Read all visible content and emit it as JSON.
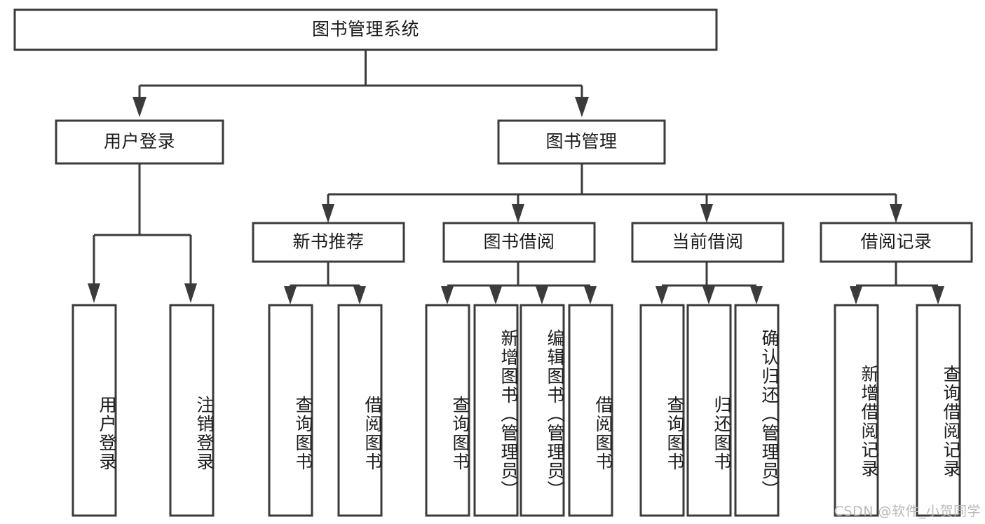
{
  "diagram": {
    "type": "hierarchy-tree",
    "title": "图书管理系统",
    "root": {
      "id": "root",
      "label": "图书管理系统",
      "orientation": "horizontal"
    },
    "level2": [
      {
        "id": "user-login",
        "label": "用户登录",
        "orientation": "horizontal"
      },
      {
        "id": "book-manage",
        "label": "图书管理",
        "orientation": "horizontal"
      }
    ],
    "level3": [
      {
        "id": "new-book-recommend",
        "label": "新书推荐",
        "parent": "book-manage",
        "orientation": "horizontal"
      },
      {
        "id": "book-borrow",
        "label": "图书借阅",
        "parent": "book-manage",
        "orientation": "horizontal"
      },
      {
        "id": "current-borrow",
        "label": "当前借阅",
        "parent": "book-manage",
        "orientation": "horizontal"
      },
      {
        "id": "borrow-record",
        "label": "借阅记录",
        "parent": "book-manage",
        "orientation": "horizontal"
      }
    ],
    "leaves": [
      {
        "id": "leaf-user-login",
        "label": "用户登录",
        "parent": "user-login",
        "orientation": "vertical"
      },
      {
        "id": "leaf-user-logout",
        "label": "注销登录",
        "parent": "user-login",
        "orientation": "vertical"
      },
      {
        "id": "leaf-query-book-1",
        "label": "查询图书",
        "parent": "new-book-recommend",
        "orientation": "vertical"
      },
      {
        "id": "leaf-borrow-book-1",
        "label": "借阅图书",
        "parent": "new-book-recommend",
        "orientation": "vertical"
      },
      {
        "id": "leaf-query-book-2",
        "label": "查询图书",
        "parent": "book-borrow",
        "orientation": "vertical"
      },
      {
        "id": "leaf-add-book",
        "label": "新增图书（管理员）",
        "parent": "book-borrow",
        "orientation": "vertical"
      },
      {
        "id": "leaf-edit-book",
        "label": "编辑图书（管理员）",
        "parent": "book-borrow",
        "orientation": "vertical"
      },
      {
        "id": "leaf-borrow-book-2",
        "label": "借阅图书",
        "parent": "book-borrow",
        "orientation": "vertical"
      },
      {
        "id": "leaf-query-book-3",
        "label": "查询图书",
        "parent": "current-borrow",
        "orientation": "vertical"
      },
      {
        "id": "leaf-return-book",
        "label": "归还图书",
        "parent": "current-borrow",
        "orientation": "vertical"
      },
      {
        "id": "leaf-confirm-return",
        "label": "确认归还（管理员）",
        "parent": "current-borrow",
        "orientation": "vertical"
      },
      {
        "id": "leaf-add-record",
        "label": "新增借阅记录",
        "parent": "borrow-record",
        "orientation": "vertical"
      },
      {
        "id": "leaf-query-record",
        "label": "查询借阅记录",
        "parent": "borrow-record",
        "orientation": "vertical"
      }
    ],
    "colors": {
      "stroke": "#3b3b3b",
      "fill": "#ffffff",
      "text": "#1c1c1c",
      "background": "#ffffff",
      "watermark": "#b9b9b9"
    }
  },
  "watermark": {
    "text": "CSDN @软件_小贺同学"
  }
}
